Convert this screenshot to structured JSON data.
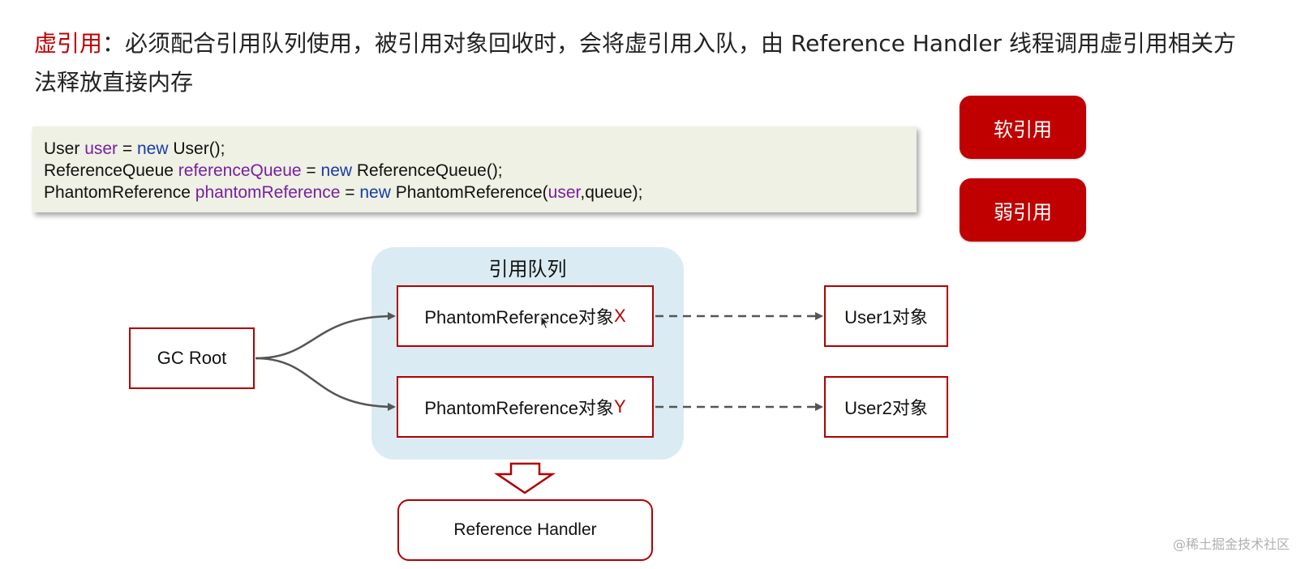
{
  "headline": {
    "term": "虚引用",
    "body": "：必须配合引用队列使用，被引用对象回收时，会将虚引用入队，由 Reference Handler 线程调用虚引用相关方法释放直接内存"
  },
  "code": {
    "line1": {
      "type": "User",
      "var": "user",
      "op": " = ",
      "kw": "new",
      "rest": " User();"
    },
    "line2": {
      "type": "ReferenceQueue",
      "var": "referenceQueue",
      "op": " = ",
      "kw": "new",
      "rest": " ReferenceQueue();"
    },
    "line3": {
      "type": "PhantomReference",
      "var": "phantomReference",
      "op": " = ",
      "kw": "new",
      "rest_a": " PhantomReference(",
      "arg": "user",
      "rest_b": ",queue);"
    }
  },
  "buttons": {
    "soft": "软引用",
    "weak": "弱引用"
  },
  "diagram": {
    "queue_title": "引用队列",
    "gc_root": "GC Root",
    "phantom_x": {
      "label": "PhantomReference对象",
      "mark": "X"
    },
    "phantom_y": {
      "label": "PhantomReference对象",
      "mark": "Y"
    },
    "user1": "User1对象",
    "user2": "User2对象",
    "ref_handler": "Reference Handler"
  },
  "watermark": "@稀土掘金技术社区",
  "colors": {
    "accent_red": "#c00000",
    "queue_bg": "#daebf3",
    "code_bg": "#eef1e3",
    "code_var": "#7a1fa2",
    "code_kw": "#1b3aa8"
  },
  "icons": {
    "cursor": "mouse-pointer-icon",
    "down_arrow": "hollow-down-arrow-icon"
  }
}
